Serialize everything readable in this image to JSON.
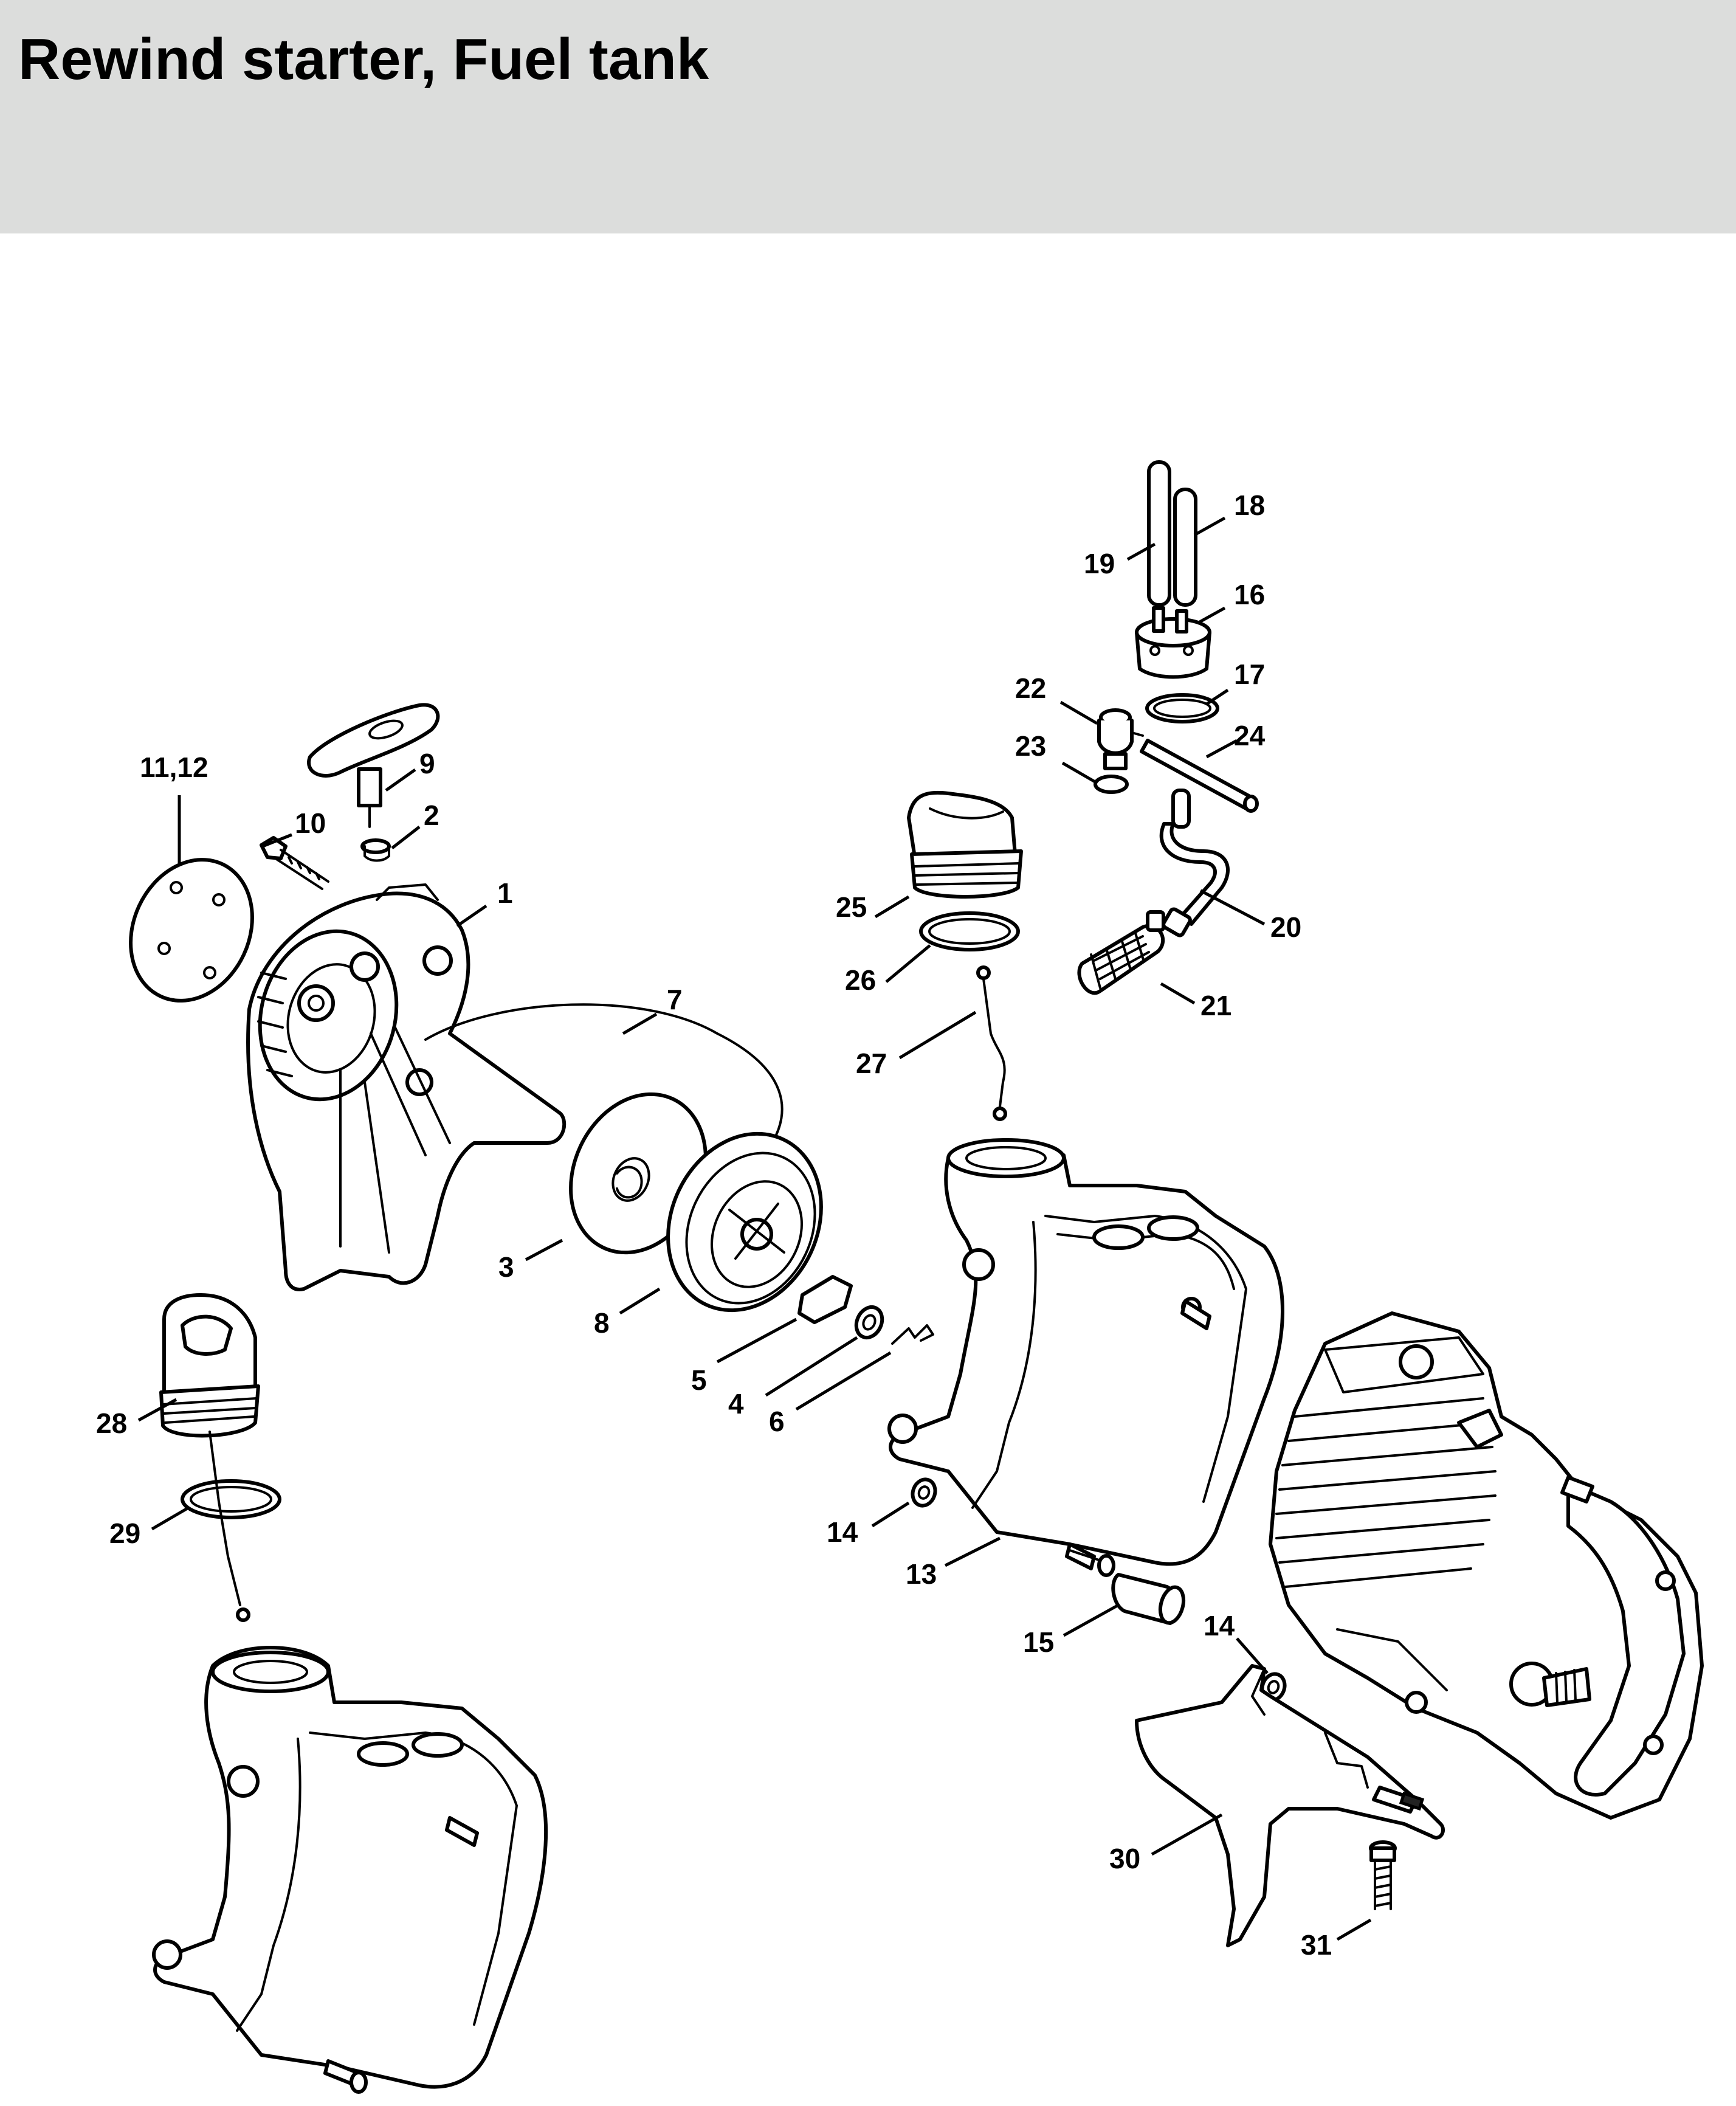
{
  "header": {
    "title": "Rewind starter, Fuel tank"
  },
  "colors": {
    "header_background": "#dcdddc",
    "page_background": "#ffffff",
    "ink": "#000000"
  },
  "callouts": {
    "c1": "1",
    "c2": "2",
    "c3": "3",
    "c4": "4",
    "c5": "5",
    "c6": "6",
    "c7": "7",
    "c8": "8",
    "c9": "9",
    "c10": "10",
    "c11_12": "11,12",
    "c13": "13",
    "c14a": "14",
    "c14b": "14",
    "c15": "15",
    "c16": "16",
    "c17": "17",
    "c18": "18",
    "c19": "19",
    "c20": "20",
    "c21": "21",
    "c22": "22",
    "c23": "23",
    "c24": "24",
    "c25": "25",
    "c26": "26",
    "c27": "27",
    "c28": "28",
    "c29": "29",
    "c30": "30",
    "c31": "31"
  }
}
